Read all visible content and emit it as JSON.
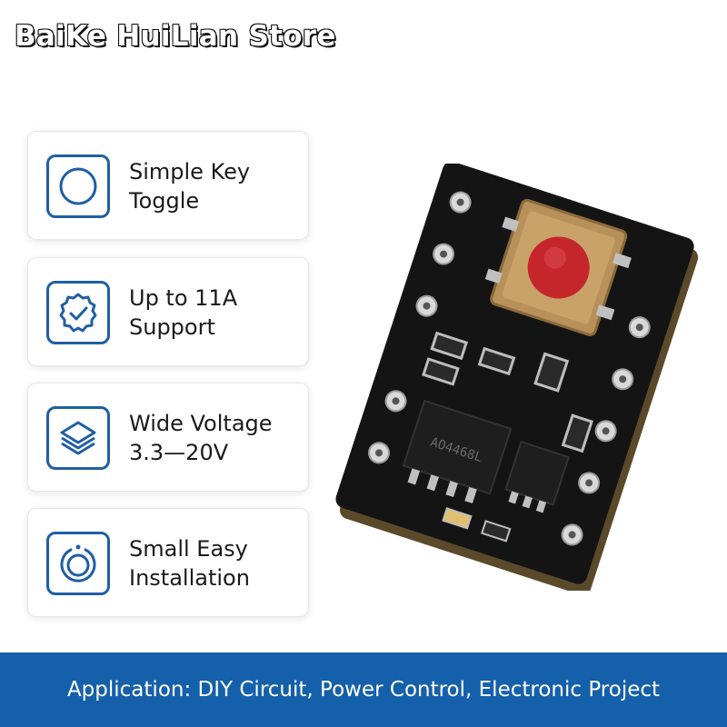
{
  "header": {
    "store_name": "BaiKe HuiLian Store"
  },
  "features": [
    {
      "icon": "circle-icon",
      "line1": "Simple Key",
      "line2": "Toggle"
    },
    {
      "icon": "check-badge-icon",
      "line1": "Up to 11A",
      "line2": "Support"
    },
    {
      "icon": "layers-icon",
      "line1": "Wide Voltage",
      "line2": "3.3—20V"
    },
    {
      "icon": "power-ring-icon",
      "line1": "Small Easy",
      "line2": "Installation"
    }
  ],
  "banner": {
    "text": "Application: DIY Circuit, Power Control, Electronic Project"
  },
  "product": {
    "chip_marking": "AO4468L"
  },
  "colors": {
    "accent": "#1f5fa3",
    "banner": "#1560aa",
    "pcb": "#141414",
    "button": "#c5262c"
  }
}
